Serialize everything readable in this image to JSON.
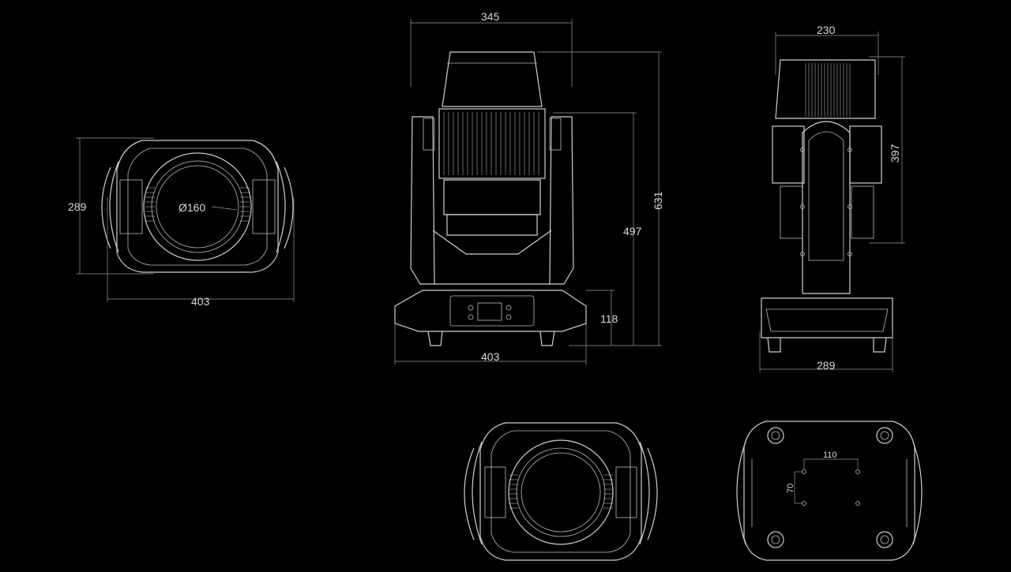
{
  "colors": {
    "background": "#000000",
    "line": "#cfcfcf",
    "dimension": "#9a9a9a",
    "text": "#d8d8d8"
  },
  "views": {
    "top": {
      "width": "403",
      "height": "289",
      "lens_diameter": "Ø160"
    },
    "front": {
      "top_width": "345",
      "total_height": "631",
      "arm_height": "497",
      "base_height": "118",
      "base_width": "403"
    },
    "side": {
      "top_width": "230",
      "head_height": "397",
      "base_width": "289"
    },
    "bottom": {
      "hole_spacing_x": "110",
      "hole_spacing_y": "70"
    }
  }
}
